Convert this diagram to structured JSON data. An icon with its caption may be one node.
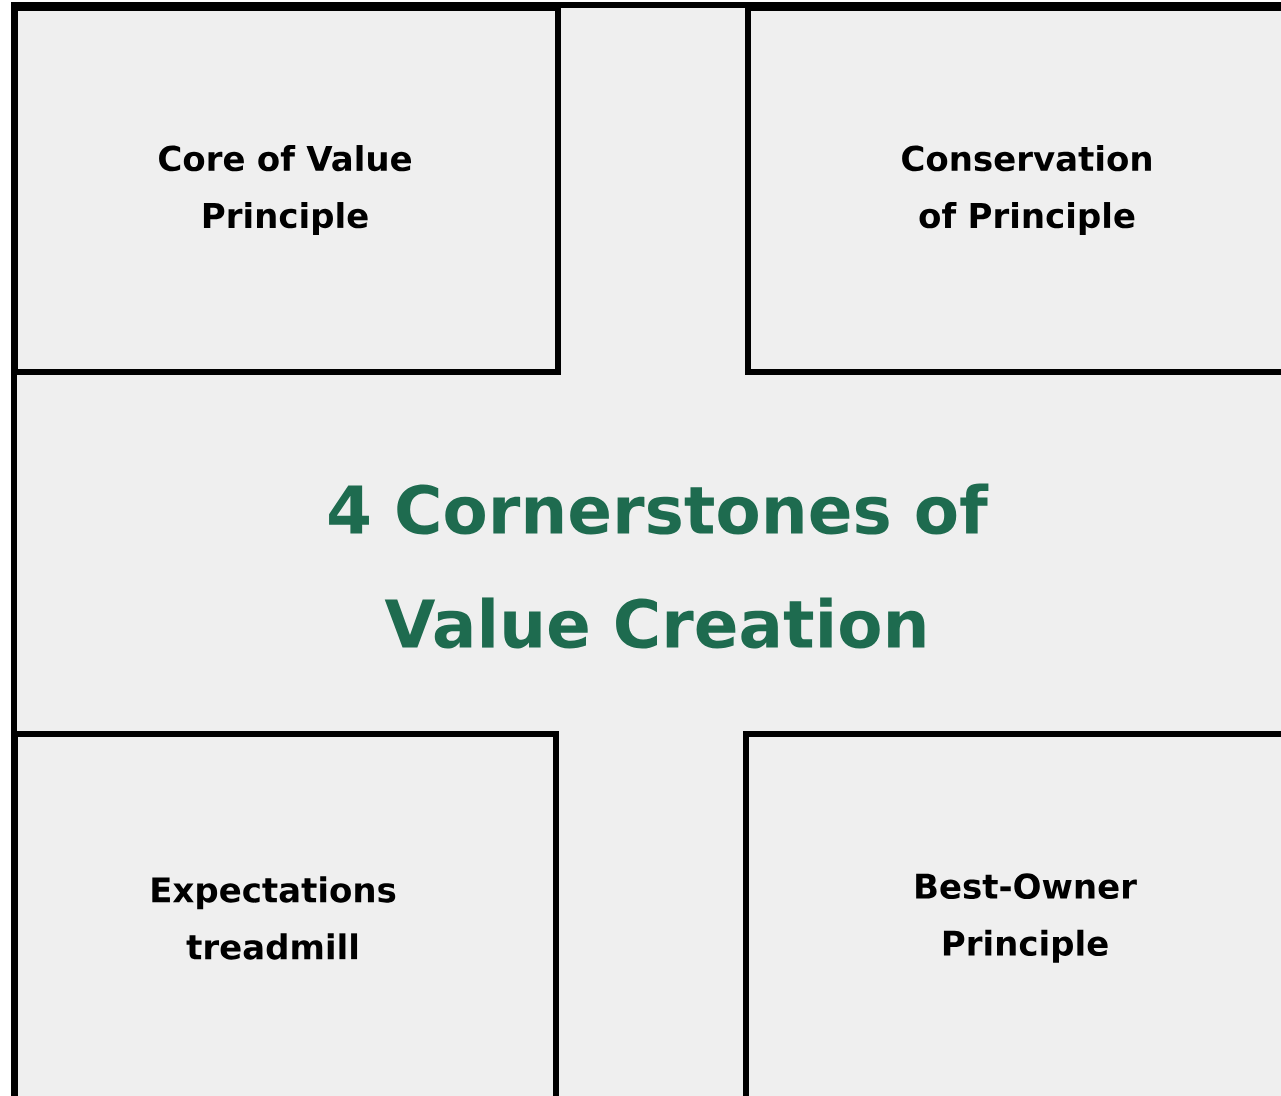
{
  "diagram": {
    "title": "4 Cornerstones of Value Creation",
    "nodes": [
      {
        "text": [
          "Core of Value Principle"
        ]
      },
      {
        "text": [
          "Conservation of Principle"
        ]
      },
      {
        "text": [
          "Expectations treadmill"
        ]
      },
      {
        "text": [
          "Best-Owner Principle"
        ]
      }
    ]
  }
}
